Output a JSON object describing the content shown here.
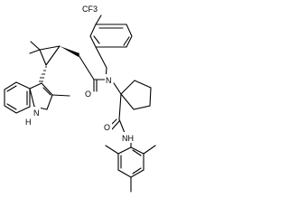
{
  "molecule": {
    "labels": {
      "cf3": "CF3",
      "amine_n": "N",
      "ketone_o": "O",
      "amide_o": "O",
      "amide_nh": "NH",
      "indole_n": "N",
      "indole_h": "H"
    }
  }
}
